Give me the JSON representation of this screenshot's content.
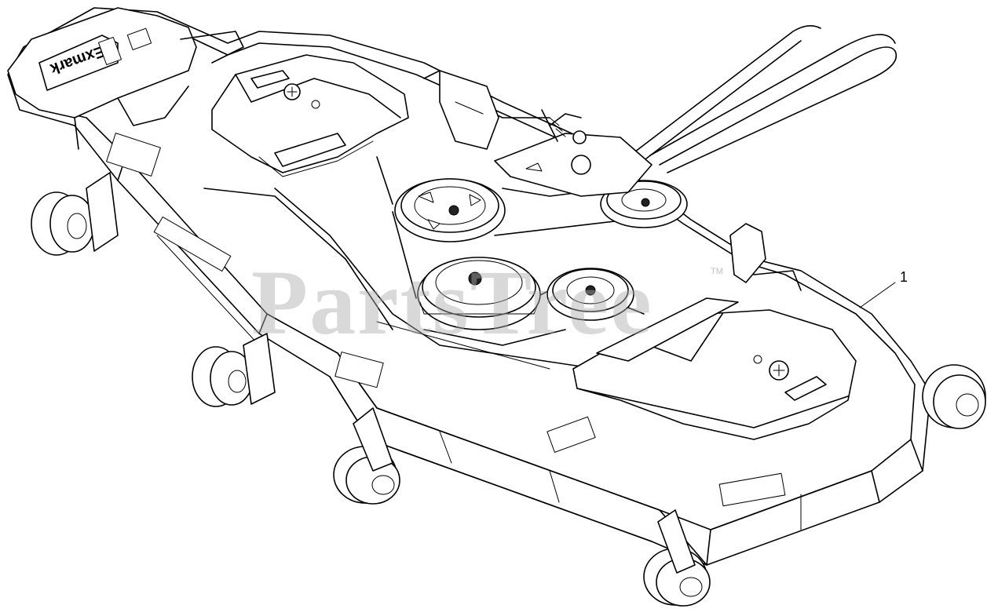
{
  "diagram": {
    "callout_label": "1",
    "watermark": "PartsTree",
    "watermark_tm": "TM",
    "brand_text": "Exmark",
    "icons": [
      "mower-deck-illustration",
      "drive-belt-icon",
      "pulley-icon",
      "caster-wheel-icon",
      "warning-decal-icon"
    ]
  }
}
